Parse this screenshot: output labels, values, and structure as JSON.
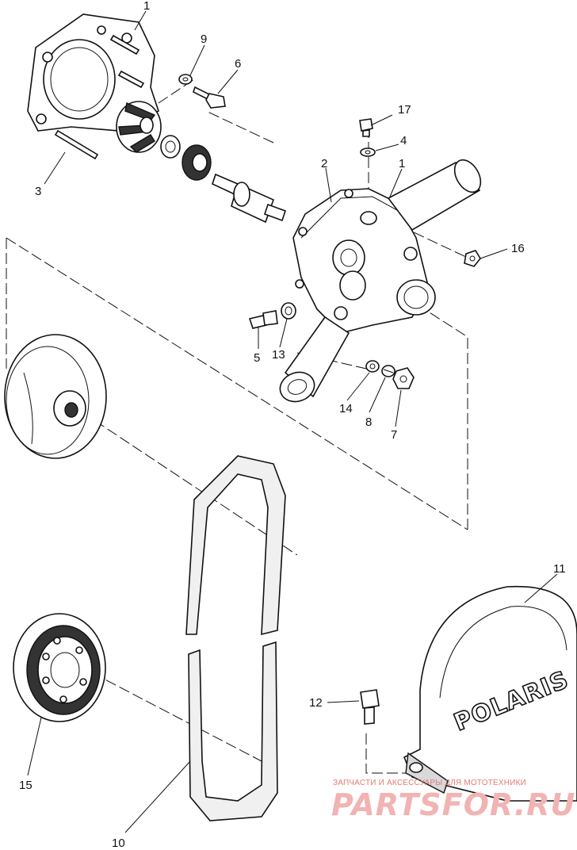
{
  "callouts": {
    "c1a": "1",
    "c1b": "1",
    "c2": "2",
    "c3": "3",
    "c4": "4",
    "c5": "5",
    "c6": "6",
    "c7": "7",
    "c8": "8",
    "c9": "9",
    "c10": "10",
    "c11": "11",
    "c12": "12",
    "c13": "13",
    "c14": "14",
    "c15": "15",
    "c16": "16",
    "c17": "17"
  },
  "logo": "POLARIS",
  "watermark": {
    "top_line": "ЗАПЧАСТИ И АКСЕССУАРЫ ДЛЯ МОТОТЕХНИКИ",
    "brand": "PARTSFOR.RU"
  }
}
